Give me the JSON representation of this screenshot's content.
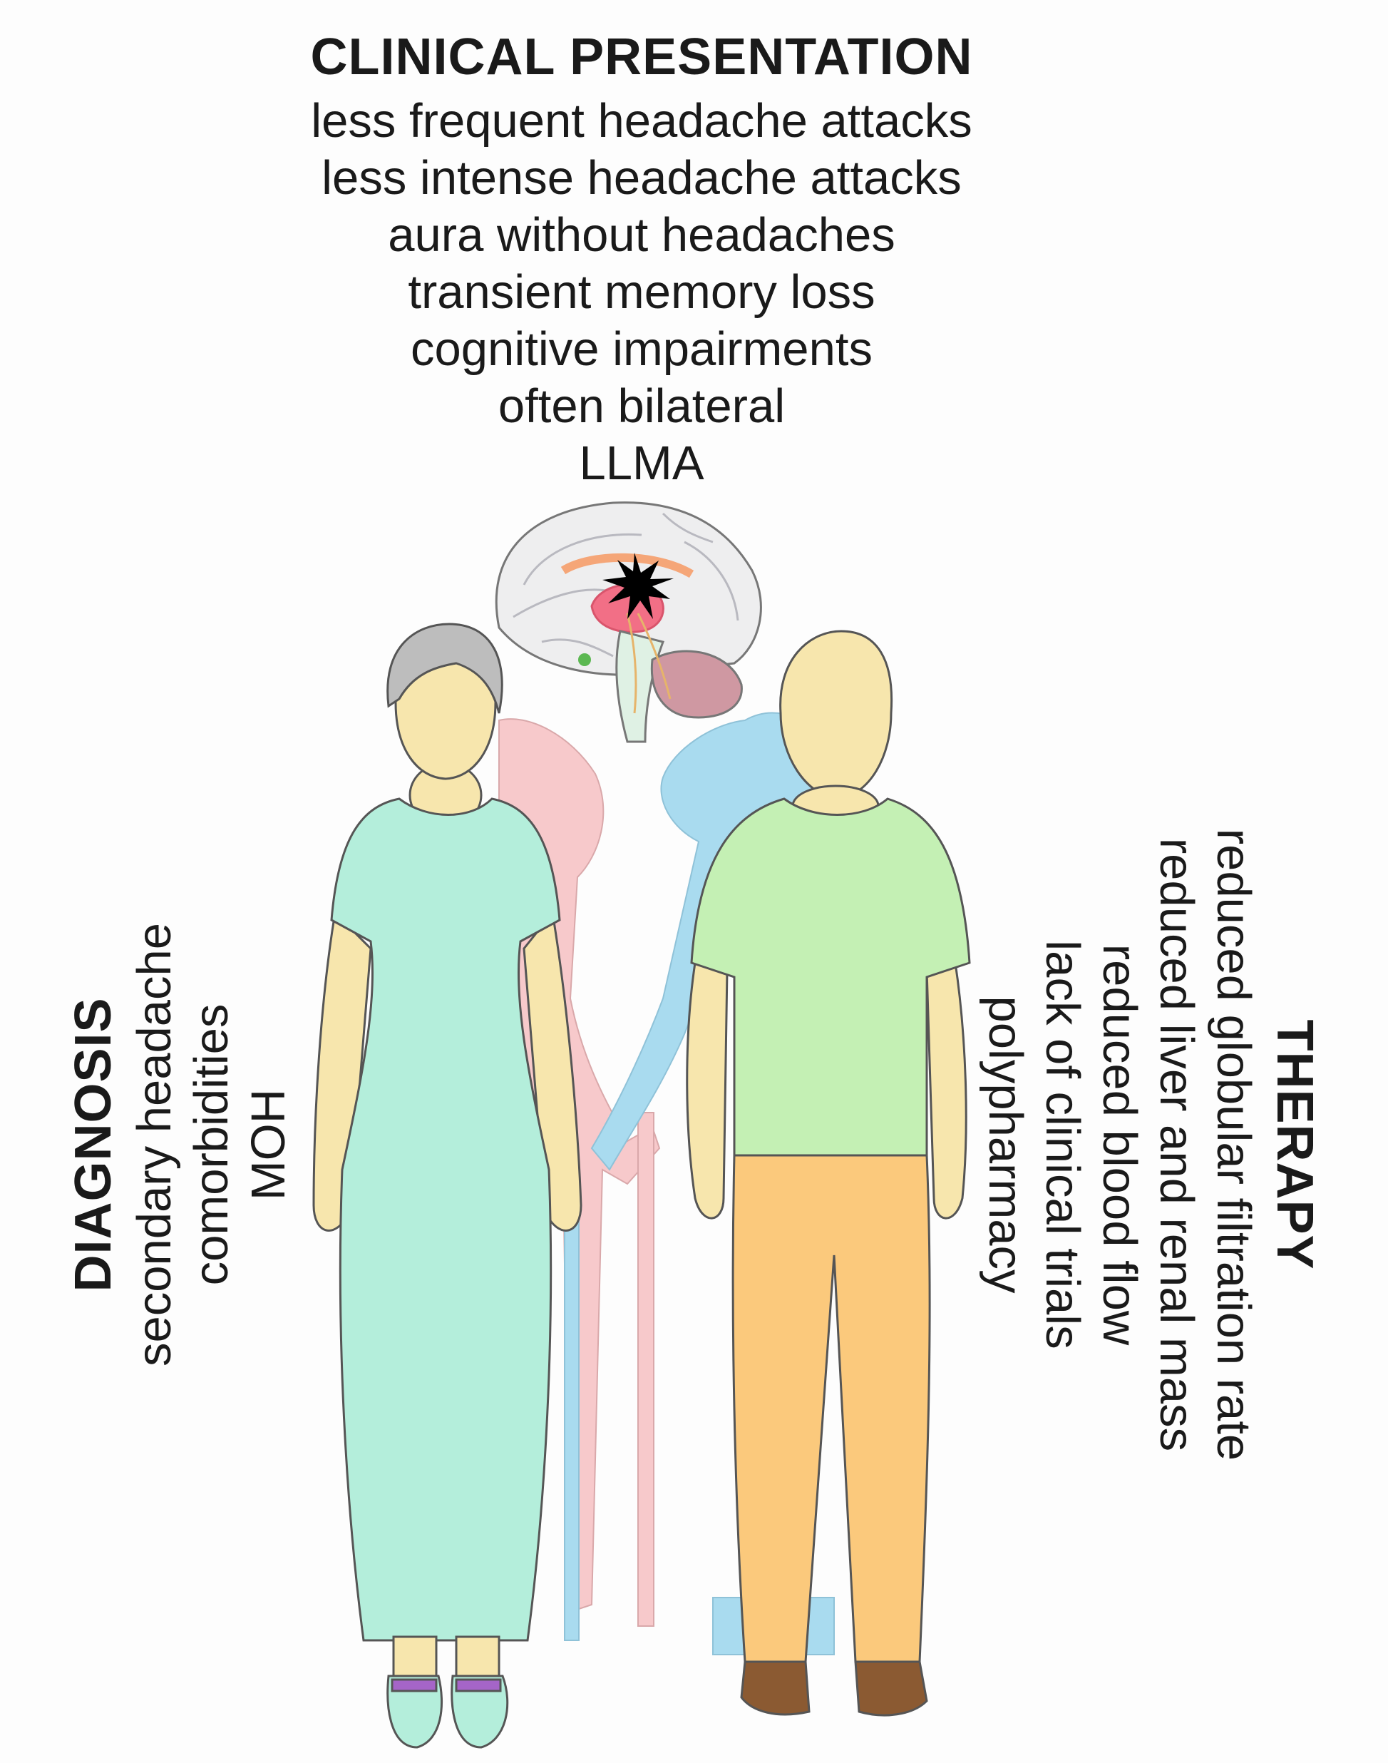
{
  "clinical": {
    "title": "CLINICAL PRESENTATION",
    "items": [
      "less frequent headache attacks",
      "less intense headache attacks",
      "aura without headaches",
      "transient memory loss",
      "cognitive impairments",
      "often bilateral",
      "LLMA"
    ]
  },
  "diagnosis": {
    "title": "DIAGNOSIS",
    "items": [
      "secondary headache",
      "comorbidities",
      "MOH"
    ]
  },
  "therapy": {
    "title": "THERAPY",
    "items": [
      "reduced globular filtration rate",
      "reduced liver and renal mass",
      "reduced blood flow",
      "lack of clinical trials",
      "polypharmacy"
    ]
  },
  "colors": {
    "woman_dress": "#b4eedb",
    "man_shirt": "#c4f0b4",
    "man_pants": "#fbc97c",
    "skin": "#f7e6ad",
    "woman_hair": "#bdbdbd",
    "shadow_pink": "#f7c9cb",
    "shadow_blue": "#a9dbef",
    "brain": "#eeeeef",
    "slipper_strap": "#a565c8",
    "shoes": "#8b5a32"
  }
}
